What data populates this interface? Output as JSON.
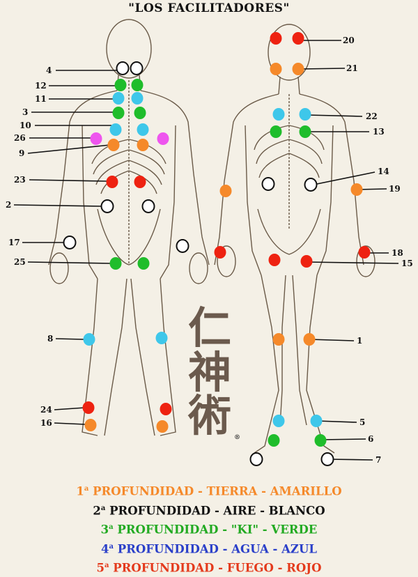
{
  "title": "\"LOS FACILITADORES\"",
  "colors": {
    "orange": "#f5892a",
    "white": "#ffffff",
    "green": "#1fbd2b",
    "blue": "#3ec7ea",
    "red": "#ee2211",
    "magenta": "#ee55ee",
    "legend_black": "#111111",
    "legend_green": "#22aa22",
    "legend_blue": "#2a3fc9",
    "legend_red": "#e43a1c"
  },
  "points_back": [
    {
      "label": "4",
      "color": "white",
      "depth": 2
    },
    {
      "label": "12",
      "color": "green",
      "depth": 3
    },
    {
      "label": "11",
      "color": "blue",
      "depth": 4
    },
    {
      "label": "3",
      "color": "green",
      "depth": 3
    },
    {
      "label": "10",
      "color": "blue",
      "depth": 4
    },
    {
      "label": "26",
      "color": "magenta",
      "depth": 0
    },
    {
      "label": "9",
      "color": "orange",
      "depth": 1
    },
    {
      "label": "23",
      "color": "red",
      "depth": 5
    },
    {
      "label": "2",
      "color": "white",
      "depth": 2
    },
    {
      "label": "17",
      "color": "white",
      "depth": 2
    },
    {
      "label": "25",
      "color": "green",
      "depth": 3
    },
    {
      "label": "8",
      "color": "blue",
      "depth": 4
    },
    {
      "label": "24",
      "color": "red",
      "depth": 5
    },
    {
      "label": "16",
      "color": "orange",
      "depth": 1
    }
  ],
  "points_front": [
    {
      "label": "20",
      "color": "red",
      "depth": 5
    },
    {
      "label": "21",
      "color": "orange",
      "depth": 1
    },
    {
      "label": "22",
      "color": "blue",
      "depth": 4
    },
    {
      "label": "13",
      "color": "green",
      "depth": 3
    },
    {
      "label": "14",
      "color": "white",
      "depth": 2
    },
    {
      "label": "19",
      "color": "orange",
      "depth": 1
    },
    {
      "label": "18",
      "color": "red",
      "depth": 5
    },
    {
      "label": "15",
      "color": "red",
      "depth": 5
    },
    {
      "label": "1",
      "color": "orange",
      "depth": 1
    },
    {
      "label": "5",
      "color": "blue",
      "depth": 4
    },
    {
      "label": "6",
      "color": "green",
      "depth": 3
    },
    {
      "label": "7",
      "color": "white",
      "depth": 2
    }
  ],
  "legend": [
    {
      "ordinal": "1",
      "sup": "a",
      "rest": " PROFUNDIDAD - TIERRA - AMARILLO",
      "color": "#f5892a"
    },
    {
      "ordinal": "2",
      "sup": "a",
      "rest": " PROFUNDIDAD - AIRE - BLANCO",
      "color": "#111111"
    },
    {
      "ordinal": "3",
      "sup": "a",
      "rest": " PROFUNDIDAD - \"KI\" - VERDE",
      "color": "#22aa22"
    },
    {
      "ordinal": "4",
      "sup": "a",
      "rest": " PROFUNDIDAD - AGUA - AZUL",
      "color": "#2a3fc9"
    },
    {
      "ordinal": "5",
      "sup": "a",
      "rest": " PROFUNDIDAD - FUEGO - ROJO",
      "color": "#e43a1c"
    }
  ],
  "calligraphy": [
    "仁",
    "神",
    "術"
  ],
  "registered": "®"
}
